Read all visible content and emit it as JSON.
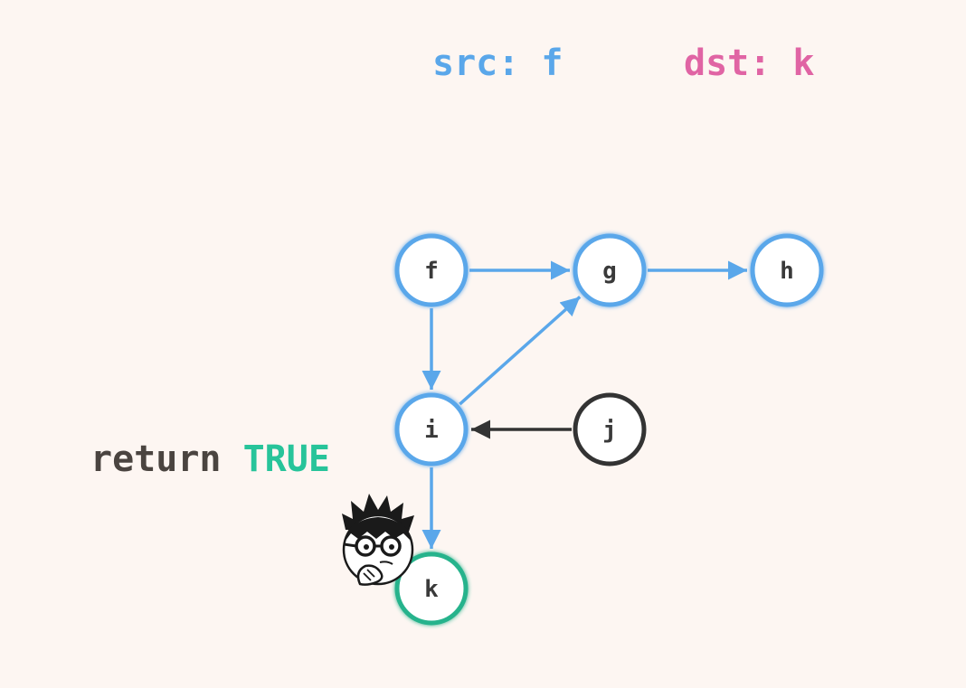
{
  "header": {
    "src_prefix": "src: ",
    "src_value": "f",
    "dst_prefix": "dst: ",
    "dst_value": "k"
  },
  "result": {
    "keyword": "return ",
    "value": "TRUE"
  },
  "colors": {
    "visited": "#5aa7ea",
    "unvisited": "#333333",
    "target": "#27b38c",
    "dst": "#e064a4",
    "result_true": "#27c49a"
  },
  "graph": {
    "nodes": [
      {
        "id": "f",
        "label": "f",
        "state": "visited"
      },
      {
        "id": "g",
        "label": "g",
        "state": "visited"
      },
      {
        "id": "h",
        "label": "h",
        "state": "visited"
      },
      {
        "id": "i",
        "label": "i",
        "state": "visited"
      },
      {
        "id": "j",
        "label": "j",
        "state": "unvisited"
      },
      {
        "id": "k",
        "label": "k",
        "state": "target"
      }
    ],
    "edges": [
      {
        "from": "f",
        "to": "g",
        "state": "visited"
      },
      {
        "from": "g",
        "to": "h",
        "state": "visited"
      },
      {
        "from": "f",
        "to": "i",
        "state": "visited"
      },
      {
        "from": "i",
        "to": "g",
        "state": "visited"
      },
      {
        "from": "j",
        "to": "i",
        "state": "unvisited"
      },
      {
        "from": "i",
        "to": "k",
        "state": "visited"
      }
    ]
  },
  "mascot": {
    "icon": "thinking-face-icon"
  }
}
